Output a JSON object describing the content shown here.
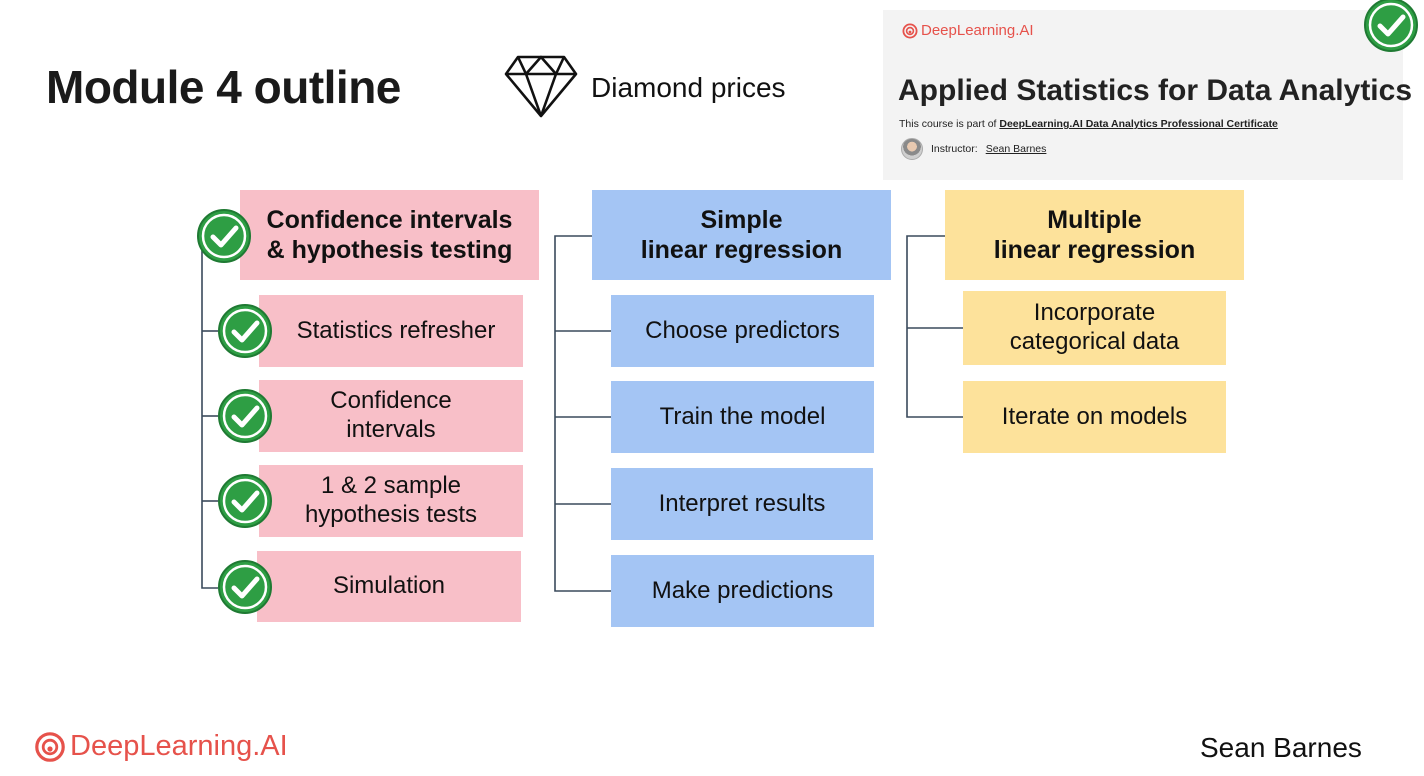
{
  "slide": {
    "title": "Module 4 outline",
    "topic_label": "Diamond prices",
    "author": "Sean Barnes"
  },
  "brand": {
    "name": "DeepLearning.AI",
    "color": "#e6524b"
  },
  "course_card": {
    "brand": "DeepLearning.AI",
    "title": "Applied Statistics for Data Analytics",
    "part_prefix": "This course is part of",
    "certificate": "DeepLearning.AI Data Analytics Professional Certificate",
    "instructor_label": "Instructor:",
    "instructor_name": "Sean Barnes"
  },
  "columns": [
    {
      "header": "Confidence intervals\n& hypothesis testing",
      "color": "#f8bfc8",
      "completed": true,
      "items": [
        {
          "label": "Statistics refresher",
          "completed": true
        },
        {
          "label": "Confidence\nintervals",
          "completed": true
        },
        {
          "label": "1 & 2 sample\nhypothesis tests",
          "completed": true
        },
        {
          "label": "Simulation",
          "completed": true
        }
      ]
    },
    {
      "header": "Simple\nlinear regression",
      "color": "#a4c5f4",
      "completed": false,
      "items": [
        {
          "label": "Choose predictors",
          "completed": false
        },
        {
          "label": "Train the model",
          "completed": false
        },
        {
          "label": "Interpret results",
          "completed": false
        },
        {
          "label": "Make predictions",
          "completed": false
        }
      ]
    },
    {
      "header": "Multiple\nlinear regression",
      "color": "#fde29b",
      "completed": false,
      "items": [
        {
          "label": "Incorporate\ncategorical data",
          "completed": false
        },
        {
          "label": "Iterate on models",
          "completed": false
        }
      ]
    }
  ],
  "colors": {
    "check_green": "#2e9e44",
    "tree_line": "#3a4a5c"
  },
  "icons": {
    "diamond": "diamond-icon",
    "check": "check-circle-icon"
  }
}
